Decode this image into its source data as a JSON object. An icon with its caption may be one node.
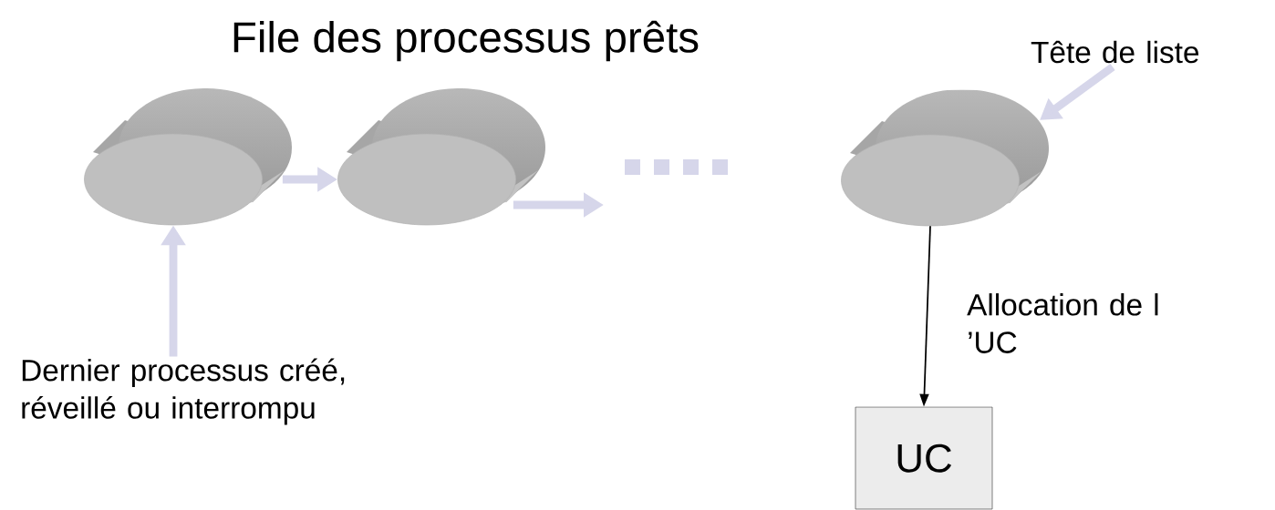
{
  "diagram": {
    "title": "File des processus prêts",
    "nodes": [
      {
        "text": [],
        "shape": "cylinder"
      },
      {
        "text": [],
        "shape": "cylinder"
      },
      {
        "text": [],
        "shape": "cylinder"
      },
      {
        "text": [
          "Dernier processus créé, réveillé ou interrompu"
        ]
      },
      {
        "text": [
          "Tête de liste"
        ]
      },
      {
        "text": [
          "UC"
        ]
      }
    ],
    "edges": [
      {
        "from": 0,
        "to": 1,
        "arrow": "to"
      },
      {
        "from": 1,
        "to": null,
        "arrow": "to"
      },
      {
        "from": 3,
        "to": 0,
        "arrow": "to"
      },
      {
        "from": 4,
        "to": 2,
        "arrow": "to"
      },
      {
        "from": 2,
        "to": 5,
        "arrow": "to",
        "label": "Allocation de l ’UC",
        "color": "#000000"
      }
    ]
  }
}
